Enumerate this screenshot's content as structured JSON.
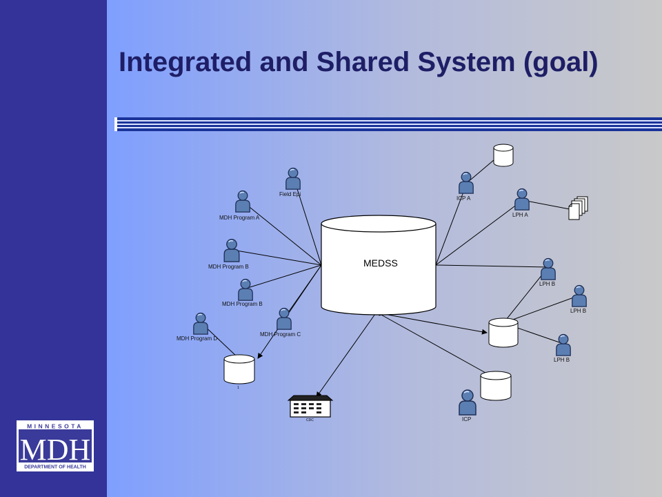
{
  "slide": {
    "title": "Integrated and Shared System (goal)",
    "colors": {
      "sidebar": "#333399",
      "title": "#1e1e66",
      "gradient_start": "#7f9fff",
      "gradient_end": "#c9c9c9",
      "person_fill": "#5b7fb3"
    }
  },
  "diagram": {
    "hub_label": "MEDSS",
    "labels": {
      "field_epi": "Field Epi",
      "mdh_program_a": "MDH Program A",
      "mdh_program_b1": "MDH Program B",
      "mdh_program_b2": "MDH Program B",
      "mdh_program_c": "MDH Program C",
      "mdh_program_d": "MDH Program D",
      "icp_a": "ICP A",
      "lph_a": "LPH A",
      "lph_b1": "LPH B",
      "lph_b2": "LPH B",
      "lph_b3": "LPH B",
      "cdc": "CDC",
      "icp": "ICP",
      "db_small": "1"
    },
    "icons": [
      "person-icon",
      "database-icon",
      "documents-icon",
      "building-icon"
    ]
  },
  "logo": {
    "top_text": "MINNESOTA",
    "main_text": "MDH",
    "bottom_text": "DEPARTMENT OF HEALTH"
  }
}
